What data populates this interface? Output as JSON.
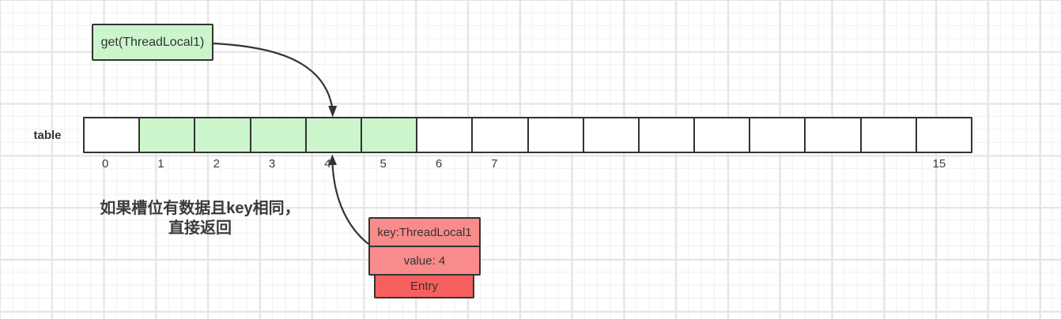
{
  "diagram": {
    "get_box": {
      "label": "get(ThreadLocal1)"
    },
    "table": {
      "label": "table",
      "cells": [
        {
          "index": "0",
          "highlighted": false
        },
        {
          "index": "1",
          "highlighted": true
        },
        {
          "index": "2",
          "highlighted": true
        },
        {
          "index": "3",
          "highlighted": true
        },
        {
          "index": "4",
          "highlighted": true
        },
        {
          "index": "5",
          "highlighted": true
        },
        {
          "index": "6",
          "highlighted": false
        },
        {
          "index": "7",
          "highlighted": false
        },
        {
          "index": "",
          "highlighted": false
        },
        {
          "index": "",
          "highlighted": false
        },
        {
          "index": "",
          "highlighted": false
        },
        {
          "index": "",
          "highlighted": false
        },
        {
          "index": "",
          "highlighted": false
        },
        {
          "index": "",
          "highlighted": false
        },
        {
          "index": "",
          "highlighted": false
        },
        {
          "index": "15",
          "highlighted": false
        }
      ]
    },
    "note": {
      "line1": "如果槽位有数据且key相同，",
      "line2": "直接返回"
    },
    "entry_stack": {
      "key": "key:ThreadLocal1",
      "value": "value: 4",
      "name": "Entry"
    },
    "colors": {
      "highlight_green": "#ccf5cc",
      "entry_pink": "#f98b8b",
      "entry_red": "#f7605f",
      "stroke": "#333333",
      "note_text": "#3b3b3b"
    }
  }
}
